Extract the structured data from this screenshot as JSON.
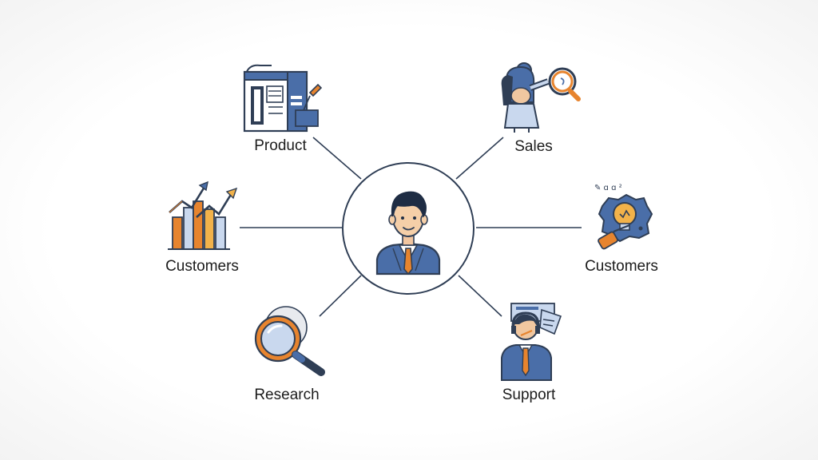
{
  "diagram": {
    "nodes": [
      {
        "label": "Product",
        "icon": "document-board-icon"
      },
      {
        "label": "Sales",
        "icon": "magnifier-person-icon"
      },
      {
        "label": "Customers",
        "icon": "growth-chart-icon"
      },
      {
        "label": "Customers",
        "icon": "lightbulb-gear-icon"
      },
      {
        "label": "Research",
        "icon": "magnifying-glass-icon"
      },
      {
        "label": "Support",
        "icon": "support-agent-icon"
      }
    ],
    "center": {
      "icon": "businessman-avatar-icon"
    },
    "colors": {
      "navy": "#2f3e55",
      "blue": "#4a6ea8",
      "light_blue": "#c9d8ee",
      "orange": "#e7842e",
      "line": "#2f3e55"
    }
  }
}
